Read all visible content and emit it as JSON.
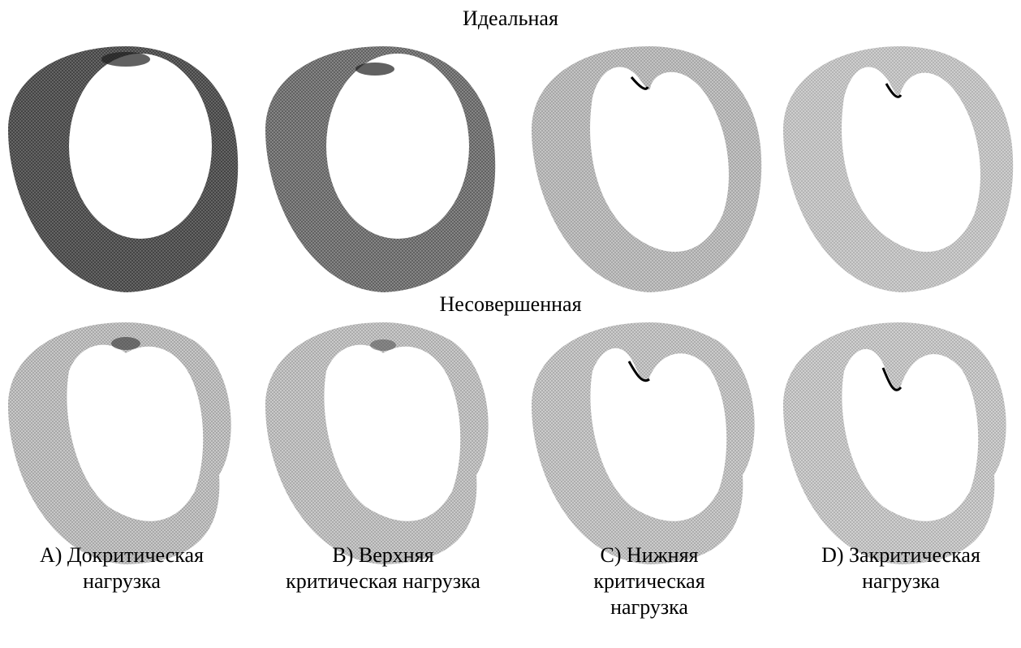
{
  "rows": {
    "ideal": "Идеальная",
    "imperfect": "Несовершенная"
  },
  "captions": [
    {
      "line1": "A) Докритическая",
      "line2": "нагрузка",
      "line3": ""
    },
    {
      "line1": "B) Верхняя",
      "line2": "критическая нагрузка",
      "line3": ""
    },
    {
      "line1": "C) Нижняя",
      "line2": "критическая",
      "line3": "нагрузка"
    },
    {
      "line1": "D) Закритическая",
      "line2": "нагрузка",
      "line3": ""
    }
  ],
  "colors": {
    "mesh_dark": "#3a3a3a",
    "mesh_light": "#9a9a9a",
    "background": "#ffffff"
  }
}
